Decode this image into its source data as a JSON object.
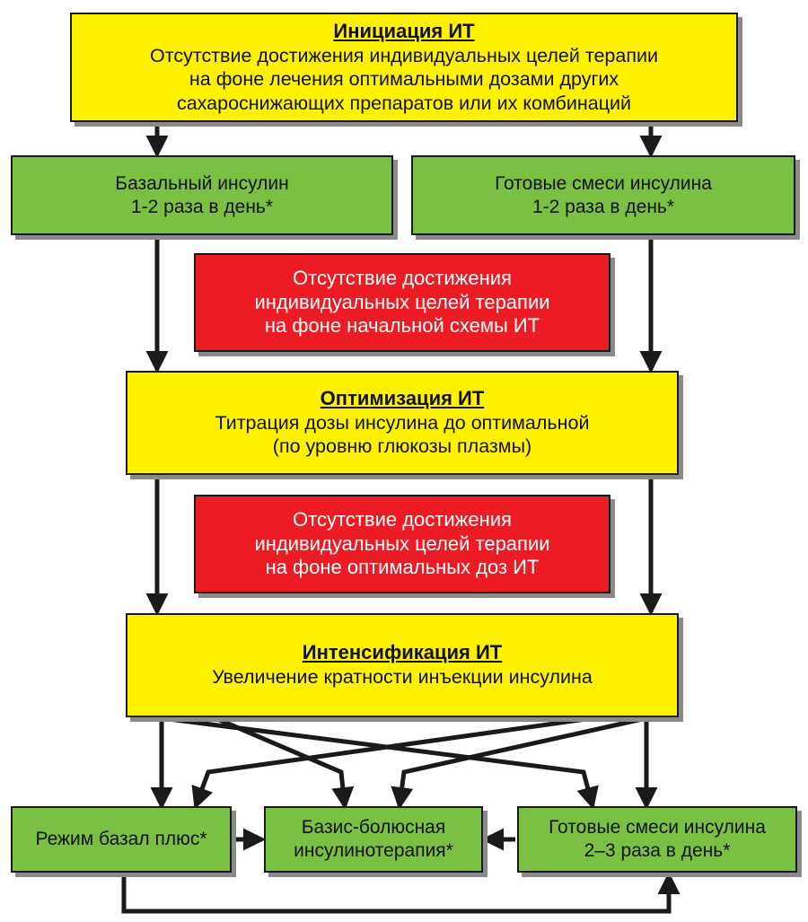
{
  "initiation": {
    "title": "Инициация ИТ",
    "lines": [
      "Отсутствие достижения индивидуальных целей терапии",
      "на фоне лечения оптимальными дозами других",
      "сахароснижающих препаратов или их комбинаций"
    ]
  },
  "basal": {
    "lines": [
      "Базальный инсулин",
      "1-2 раза в день*"
    ]
  },
  "premix_initial": {
    "lines": [
      "Готовые смеси инсулина",
      "1-2 раза в день*"
    ]
  },
  "failure_1": {
    "lines": [
      "Отсутствие достижения",
      "индивидуальных целей терапии",
      "на фоне начальной схемы ИТ"
    ]
  },
  "optimization": {
    "title": "Оптимизация ИТ",
    "lines": [
      "Титрация дозы инсулина до оптимальной",
      "(по уровню глюкозы плазмы)"
    ]
  },
  "failure_2": {
    "lines": [
      "Отсутствие достижения",
      "индивидуальных целей терапии",
      "на фоне оптимальных доз ИТ"
    ]
  },
  "intensification": {
    "title": "Интенсификация ИТ",
    "lines": [
      "Увеличение кратности инъекции инсулина"
    ]
  },
  "basal_plus": {
    "lines": [
      "Режим базал плюс*"
    ]
  },
  "basis_bolus": {
    "lines": [
      "Базис-болюсная",
      "инсулинотерапия*"
    ]
  },
  "premix_intensive": {
    "lines": [
      "Готовые смеси инсулина",
      "2–3 раза в день*"
    ]
  },
  "colors": {
    "yellow": "#fff200",
    "green": "#79c043",
    "red": "#ed1c24",
    "line": "#1a1a1a",
    "shadow": "#8a8a8a"
  }
}
